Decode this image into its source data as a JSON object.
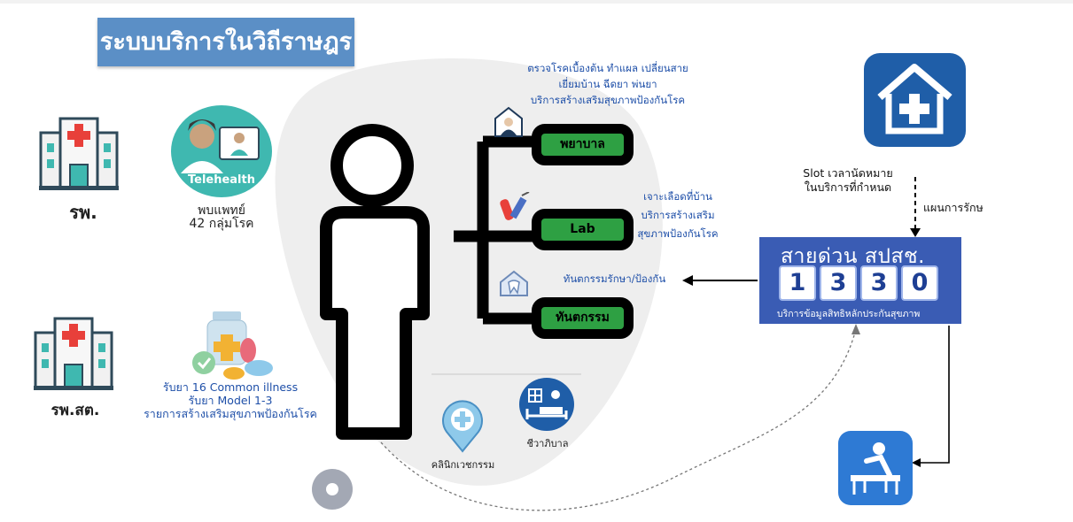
{
  "title": "ระบบบริการในวิถีราษฎร",
  "hospital_label": "รพ.",
  "subdistrict_label": "รพ.สต.",
  "telehealth": {
    "badge": "Telehealth",
    "caption_line1": "พบแพทย์",
    "caption_line2": "42 กลุ่มโรค"
  },
  "medicine": {
    "line1": "รับยา 16 Common illness",
    "line2": "รับยา Model 1-3",
    "line3": "รายการสร้างเสริมสุขภาพป้องกันโรค"
  },
  "nurse": {
    "label": "พยาบาล",
    "desc_line1": "ตรวจโรคเบื้องต้น ทำแผล เปลี่ยนสาย",
    "desc_line2": "เยี่ยมบ้าน ฉีดยา พ่นยา",
    "desc_line3": "บริการสร้างเสริมสุขภาพป้องกันโรค"
  },
  "lab": {
    "label": "Lab",
    "desc_line1": "เจาะเลือดที่บ้าน",
    "desc_line2": "บริการสร้างเสริม",
    "desc_line3": "สุขภาพป้องกันโรค"
  },
  "dental": {
    "label": "ทันตกรรม",
    "desc": "ทันตกรรมรักษา/ป้องกัน"
  },
  "clinic_label": "คลินิกเวชกรรม",
  "physio_label": "ชีวาภิบาล",
  "slot": {
    "line1": "Slot เวลานัดหมาย",
    "line2": "ในบริการที่กำหนด"
  },
  "treatment_plan": "แผนการรักษ",
  "hotline": {
    "title": "สายด่วน สปสช.",
    "digits": [
      "1",
      "3",
      "3",
      "0"
    ],
    "subtitle": "บริการข้อมูลสิทธิหลักประกันสุขภาพ"
  },
  "colors": {
    "title_bg": "#5b8fc6",
    "node_green": "#2ea043",
    "hotline_bg": "#3a5cb4",
    "caption_blue": "#1e4fa8",
    "hospital_red": "#e8403a",
    "teal": "#3fb8b0"
  },
  "icons": [
    "hospital-icon",
    "telehealth-icon",
    "medicine-icon",
    "person-icon",
    "nurse-icon",
    "lab-icon",
    "dental-icon",
    "clinic-icon",
    "bed-icon",
    "home-hospital-icon",
    "physio-icon",
    "ring-icon"
  ]
}
